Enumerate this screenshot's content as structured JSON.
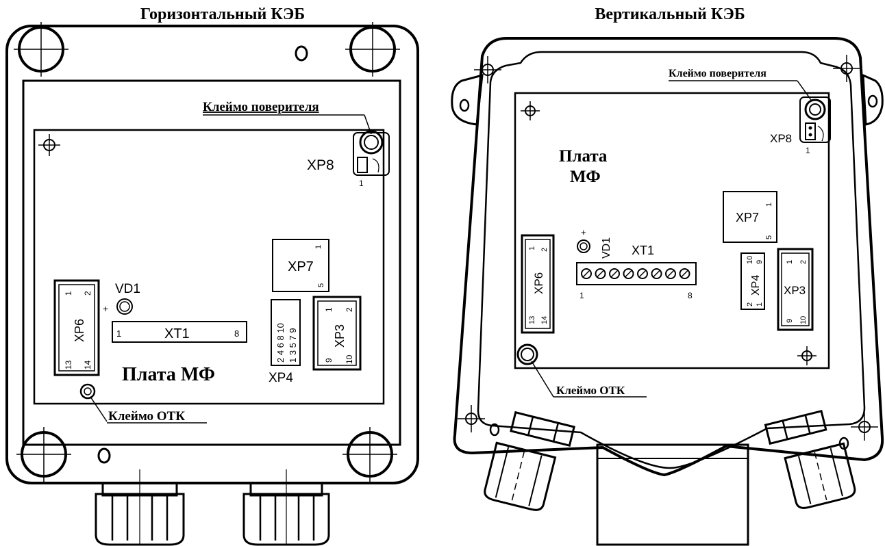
{
  "left": {
    "title": "Горизонтальный КЭБ",
    "board_label": "Плата МФ",
    "verifier_mark": "Клеймо поверителя",
    "otk_mark": "Клеймо ОТК",
    "xp8": "XP8",
    "xp8_pin": "1",
    "xp7": "XP7",
    "xp7_pin1": "1",
    "xp7_pin5": "5",
    "xp6": "XP6",
    "xp6_pins": [
      "1",
      "2",
      "13",
      "14"
    ],
    "vd1": "VD1",
    "plus": "+",
    "xt1": "XT1",
    "xt1_pin1": "1",
    "xt1_pin8": "8",
    "xp4": "XP4",
    "xp4_top_pins": "2 4 6 8 10",
    "xp4_bottom_pins": "1 3 5 7 9",
    "xp3": "XP3",
    "xp3_pins": [
      "1",
      "2",
      "9",
      "10"
    ]
  },
  "right": {
    "title": "Вертикальный КЭБ",
    "board_label_line1": "Плата",
    "board_label_line2": "МФ",
    "verifier_mark": "Клеймо поверителя",
    "otk_mark": "Клеймо ОТК",
    "xp8": "XP8",
    "xp8_pin": "1",
    "xp7": "XP7",
    "xp7_pin1": "1",
    "xp7_pin5": "5",
    "xp6": "XP6",
    "xp6_pins": [
      "1",
      "2",
      "13",
      "14"
    ],
    "vd1": "VD1",
    "plus": "+",
    "xt1": "XT1",
    "xt1_pin1": "1",
    "xt1_pin8": "8",
    "xp4": "XP4",
    "xp4_pins": [
      "10",
      "9",
      "2",
      "1"
    ],
    "xp3": "XP3",
    "xp3_pins": [
      "1",
      "2",
      "9",
      "10"
    ]
  }
}
